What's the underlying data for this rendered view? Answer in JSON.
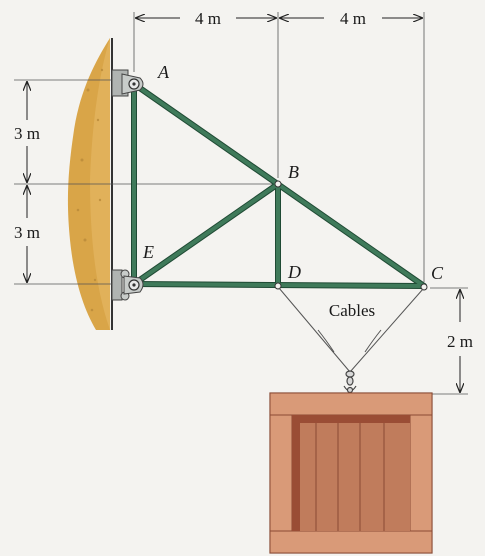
{
  "dimensions": {
    "top_left": "4 m",
    "top_right": "4 m",
    "left_upper": "3 m",
    "left_lower": "3 m",
    "right": "2 m"
  },
  "joints": {
    "A": "A",
    "B": "B",
    "C": "C",
    "D": "D",
    "E": "E"
  },
  "cables_label": "Cables",
  "colors": {
    "member": "#3f7a5a",
    "member_edge": "#1f4a34",
    "wall": "#d9a548",
    "crate": "#c98866",
    "crate_dark": "#9a4d35"
  }
}
